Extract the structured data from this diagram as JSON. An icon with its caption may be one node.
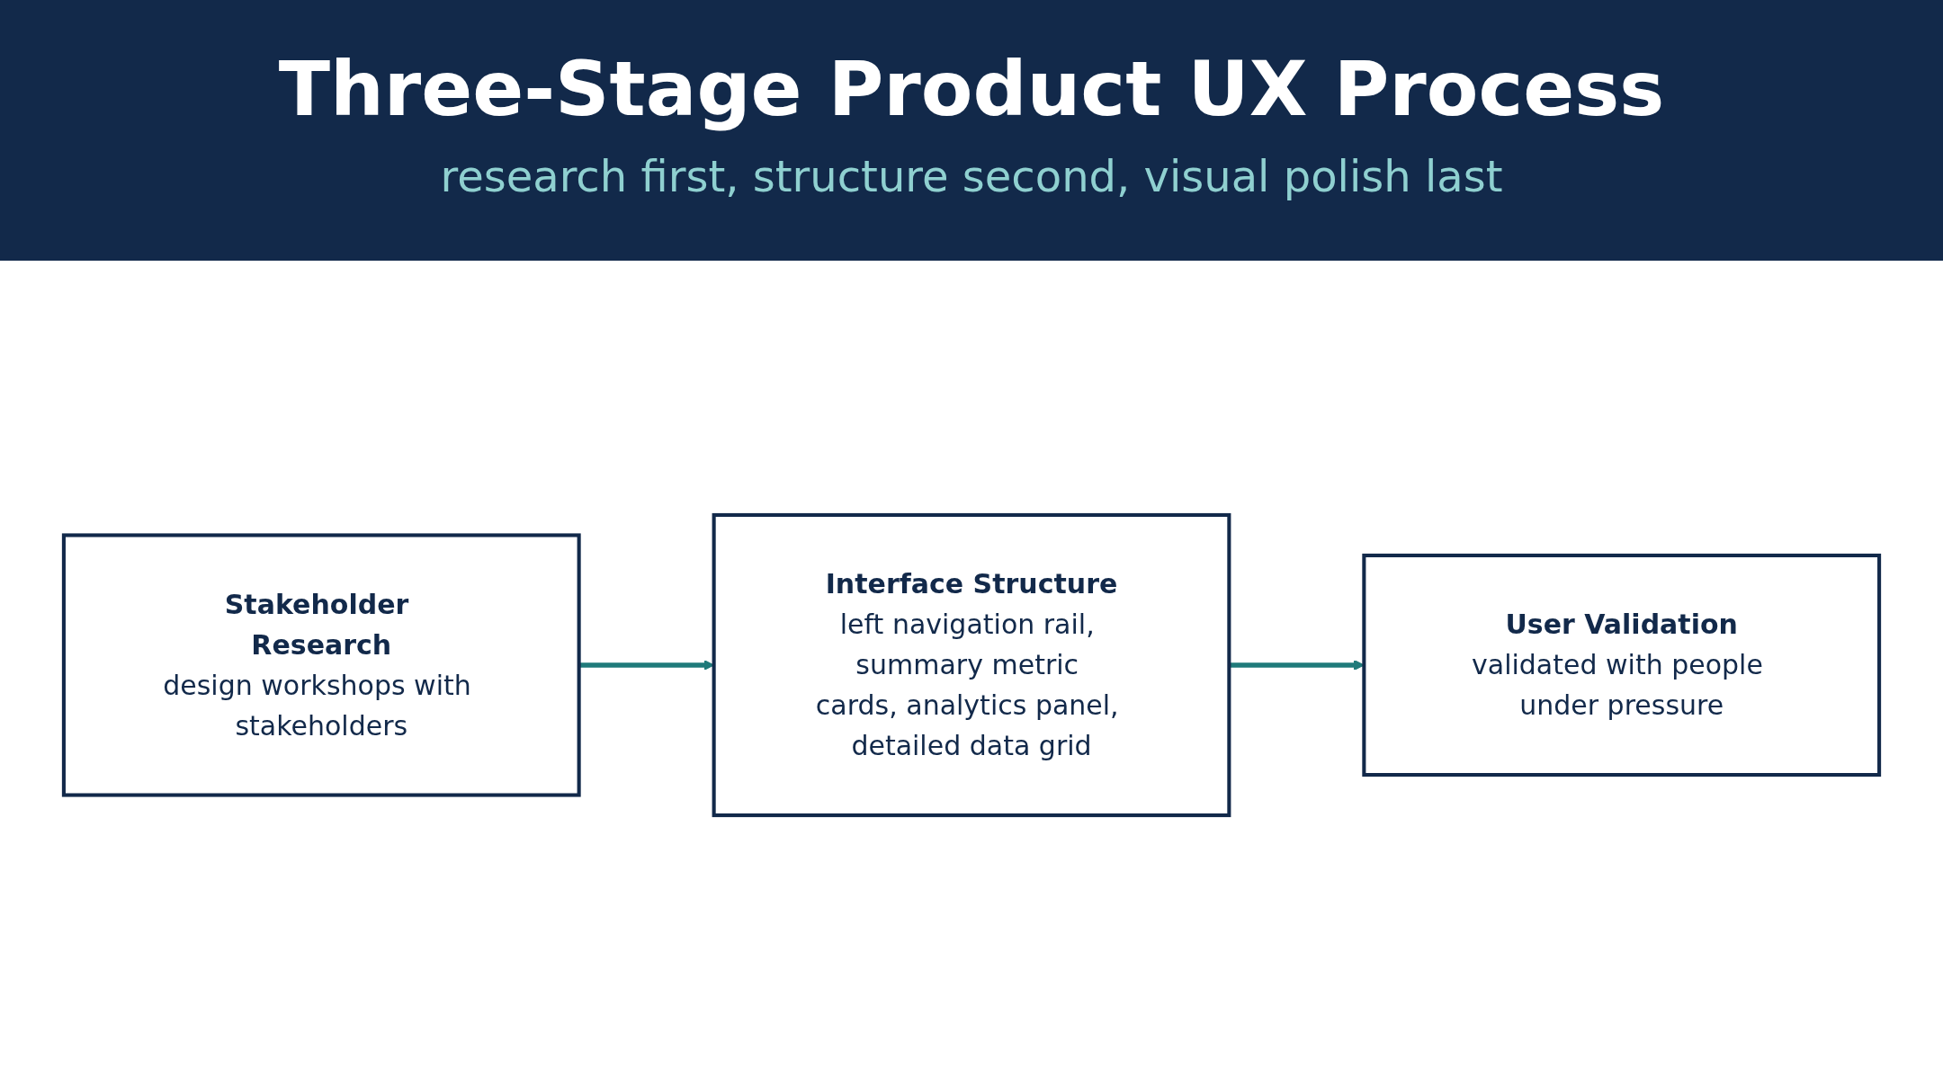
{
  "diagram": {
    "title": "Three-Stage Product UX Process",
    "nodes": [
      {
        "text": [
          "Stakeholder Research",
          "design workshops with stakeholders"
        ]
      },
      {
        "text": [
          "Interface Structure",
          "left navigation rail, summary metric cards, analytics panel, detailed data grid"
        ]
      },
      {
        "text": [
          "User Validation",
          "validated with people under pressure"
        ]
      }
    ],
    "edges": [
      {
        "from": 0,
        "to": 1,
        "arrow": "to"
      },
      {
        "from": 1,
        "to": 2,
        "arrow": "to"
      }
    ],
    "labels": [
      "research first, structure second, visual polish last"
    ]
  }
}
